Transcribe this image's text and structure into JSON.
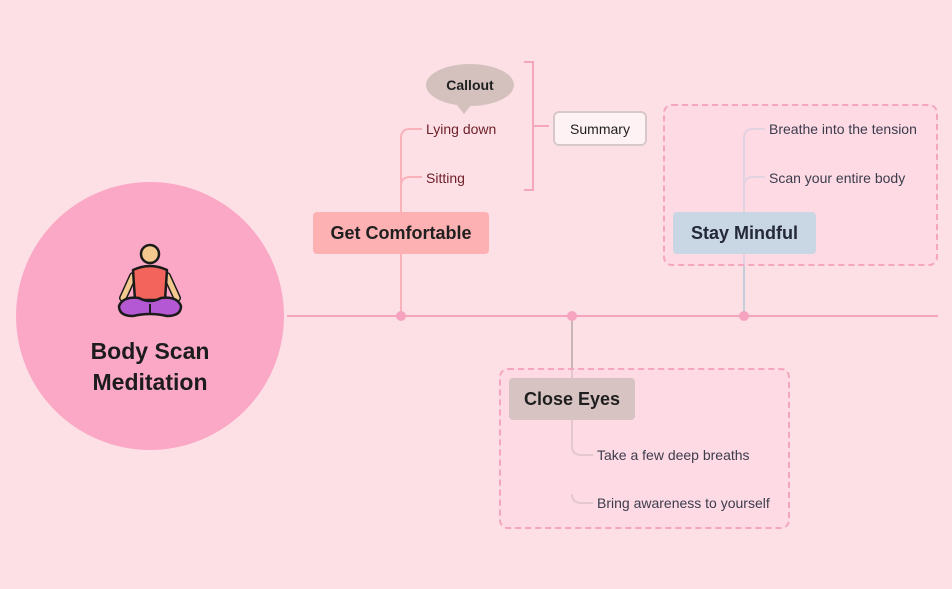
{
  "central": {
    "line1": "Body Scan",
    "line2": "Meditation",
    "icon": "meditating-person-icon"
  },
  "topics": {
    "comfortable": {
      "label": "Get Comfortable",
      "children": [
        "Lying down",
        "Sitting"
      ]
    },
    "close_eyes": {
      "label": "Close Eyes",
      "children": [
        "Take a few deep breaths",
        "Bring awareness to yourself"
      ]
    },
    "mindful": {
      "label": "Stay Mindful",
      "children": [
        "Breathe into the tension",
        "Scan your entire body"
      ]
    }
  },
  "callout": {
    "label": "Callout"
  },
  "summary": {
    "label": "Summary"
  },
  "colors": {
    "background": "#fde0e6",
    "central": "#fba8c6",
    "timeline": "#f6a3c0",
    "comfortable": "#fdb1b3",
    "close_eyes": "#d6c3c2",
    "mindful": "#c9d6e3"
  }
}
